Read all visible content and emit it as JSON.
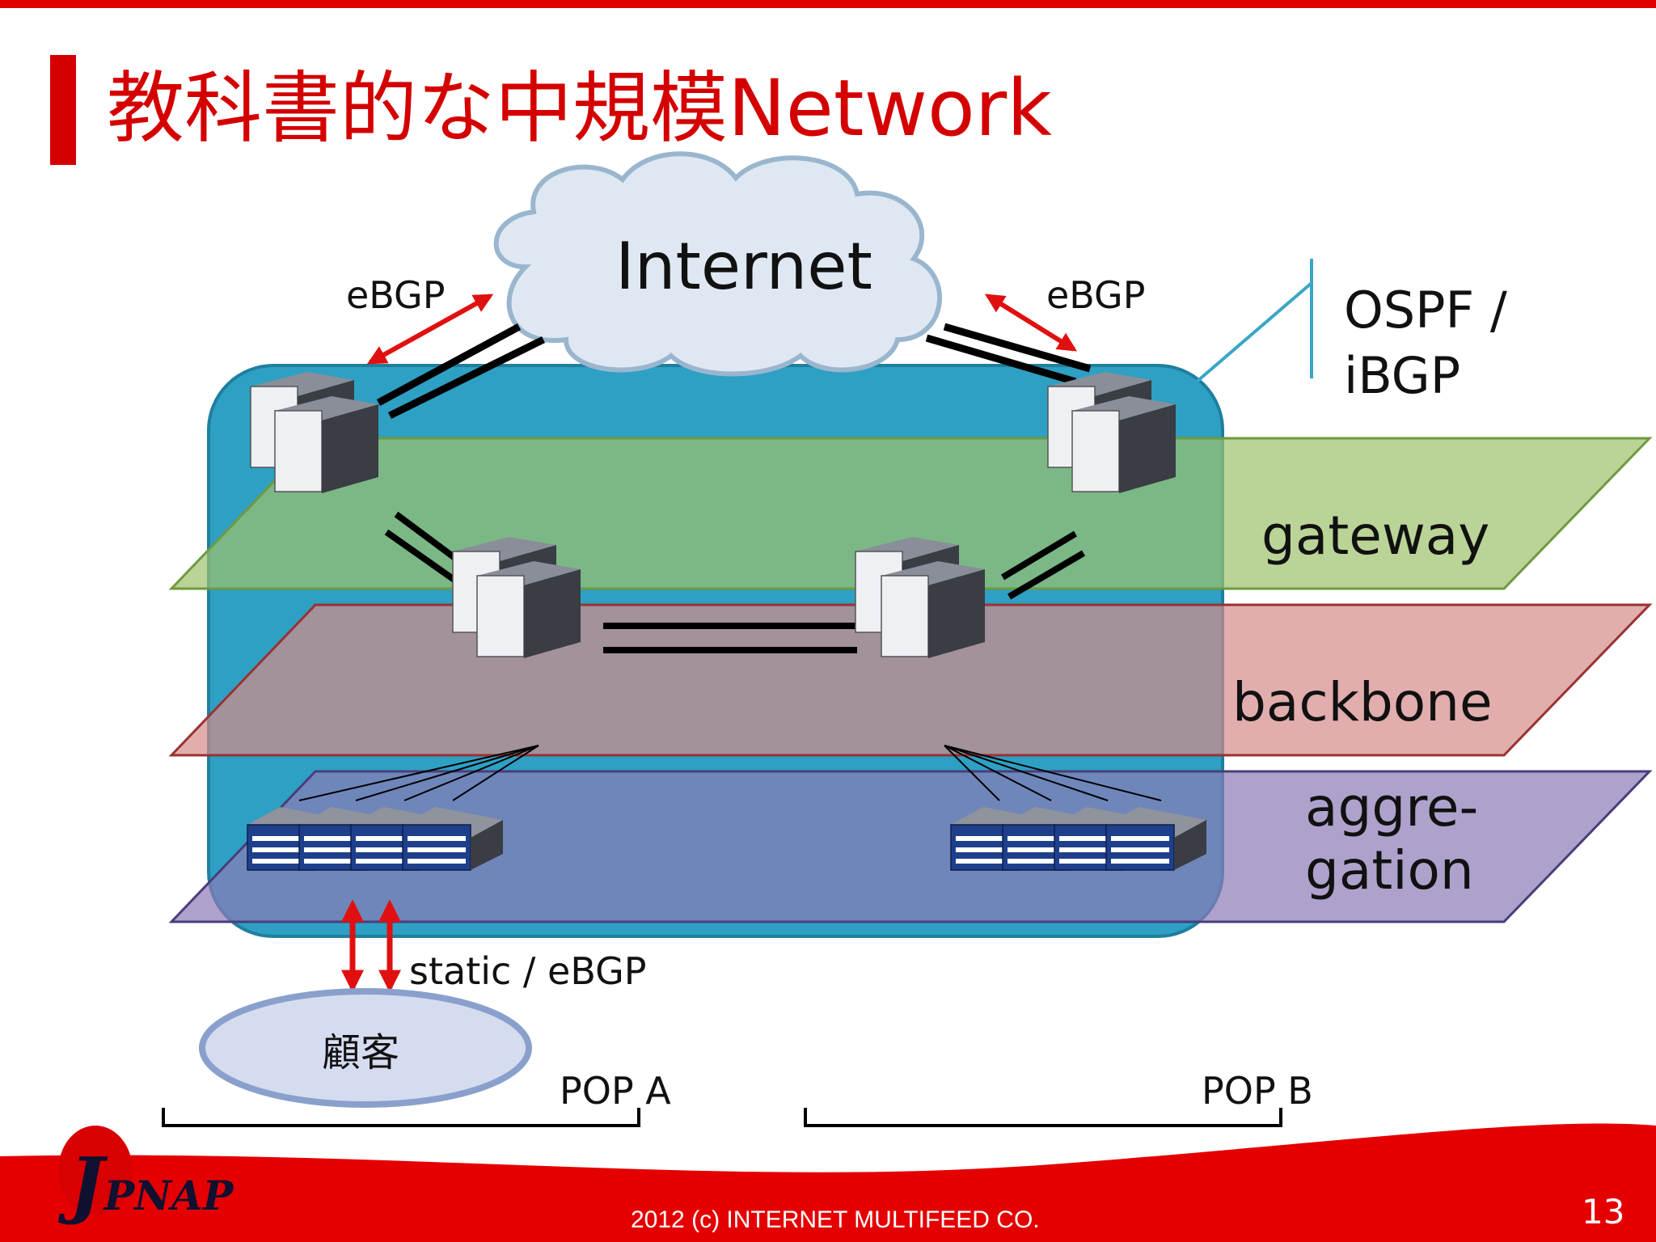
{
  "title": "教科書的な中規模Network",
  "internet": "Internet",
  "ebgp_left": "eBGP",
  "ebgp_right": "eBGP",
  "protocol_line1": "OSPF /",
  "protocol_line2": "iBGP",
  "layers": {
    "gateway": "gateway",
    "backbone": "backbone",
    "aggregation_line1": "aggre-",
    "aggregation_line2": "gation"
  },
  "static_ebgp": "static / eBGP",
  "customer": "顧客",
  "pop_a": "POP A",
  "pop_b": "POP B",
  "logo": {
    "j": "J",
    "rest": "PNAP"
  },
  "footer": "2012 (c) INTERNET MULTIFEED CO.",
  "page_number": "13",
  "colors": {
    "accent": "#d40000",
    "network_area": "#2ea0c4",
    "gateway_layer": "#9cc26c",
    "backbone_layer": "#d68a8a",
    "aggregation_layer": "#8c7bb8",
    "arrow": "#e01010"
  }
}
